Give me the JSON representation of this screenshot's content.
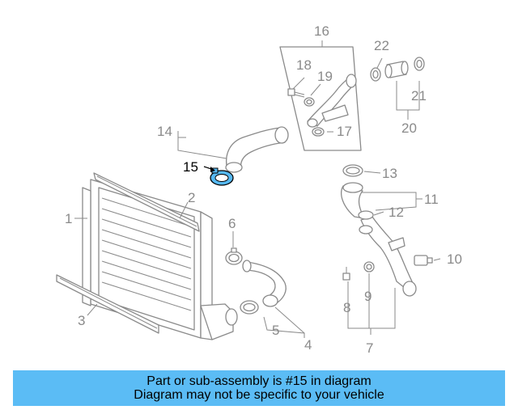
{
  "diagram": {
    "highlight_color": "#56b9f2",
    "callouts": {
      "c1": "1",
      "c2": "2",
      "c3": "3",
      "c4": "4",
      "c5": "5",
      "c6": "6",
      "c7": "7",
      "c8": "8",
      "c9": "9",
      "c10": "10",
      "c11": "11",
      "c12": "12",
      "c13": "13",
      "c14": "14",
      "c15": "15",
      "c16": "16",
      "c17": "17",
      "c18": "18",
      "c19": "19",
      "c20": "20",
      "c21": "21",
      "c22": "22"
    }
  },
  "banner": {
    "line1": "Part or sub-assembly is #15 in diagram",
    "line2": "Diagram may not be specific to your vehicle",
    "background": "#5bbcf5"
  }
}
